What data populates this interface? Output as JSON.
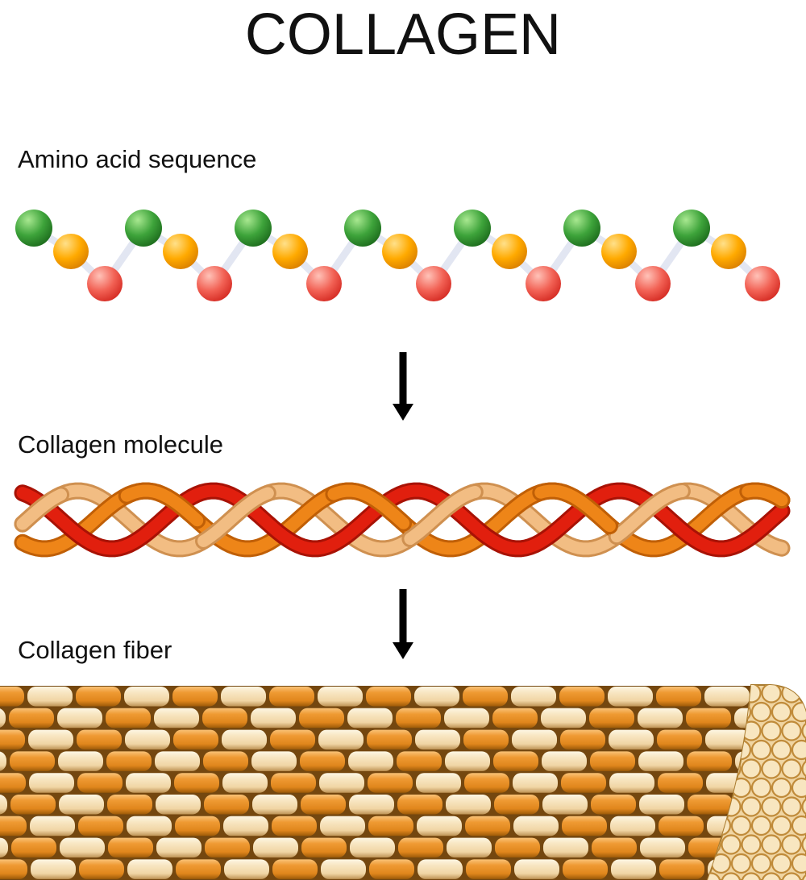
{
  "title": "COLLAGEN",
  "sections": {
    "amino": {
      "label": "Amino acid sequence"
    },
    "molecule": {
      "label": "Collagen molecule"
    },
    "fiber": {
      "label": "Collagen fiber"
    }
  },
  "amino_chain": {
    "repeats": 7,
    "balls_per_repeat": 3,
    "ball_colors": [
      "green",
      "orange",
      "red"
    ]
  },
  "molecule": {
    "strand_count": 3,
    "strand_colors": [
      "tan",
      "orange",
      "red"
    ]
  },
  "fiber": {
    "rows": 9,
    "band_colors": [
      "orange",
      "cream"
    ]
  },
  "colors": {
    "background": "#ffffff",
    "text": "#111111",
    "arrow": "#000000",
    "rod": "#e2e6f2",
    "ball_green": [
      "#a8e890",
      "#3da33a",
      "#1c6b1c"
    ],
    "ball_orange": [
      "#ffe08a",
      "#ffaa00",
      "#d97f00"
    ],
    "ball_red": [
      "#ffc2b8",
      "#f26255",
      "#d42a22"
    ],
    "strand_tan": "#f2bd83",
    "strand_tan_edge": "#cf9050",
    "strand_orange": "#ee8518",
    "strand_orange_edge": "#c05f06",
    "strand_red": "#e11f0e",
    "strand_red_edge": "#a81205",
    "fiber_bg": "#74470f",
    "pill_orange": [
      "#f9c277",
      "#ef9a33",
      "#e0861c",
      "#9c5a08"
    ],
    "pill_cream": [
      "#fdf6e4",
      "#f8e6c2",
      "#f0d5a4",
      "#bd9254"
    ],
    "cap_fill": "#f0d5a2",
    "cap_edge": "#a97c30",
    "fibril_end_fill": "#f8e6c0",
    "fibril_end_edge": "#c08b3a"
  }
}
